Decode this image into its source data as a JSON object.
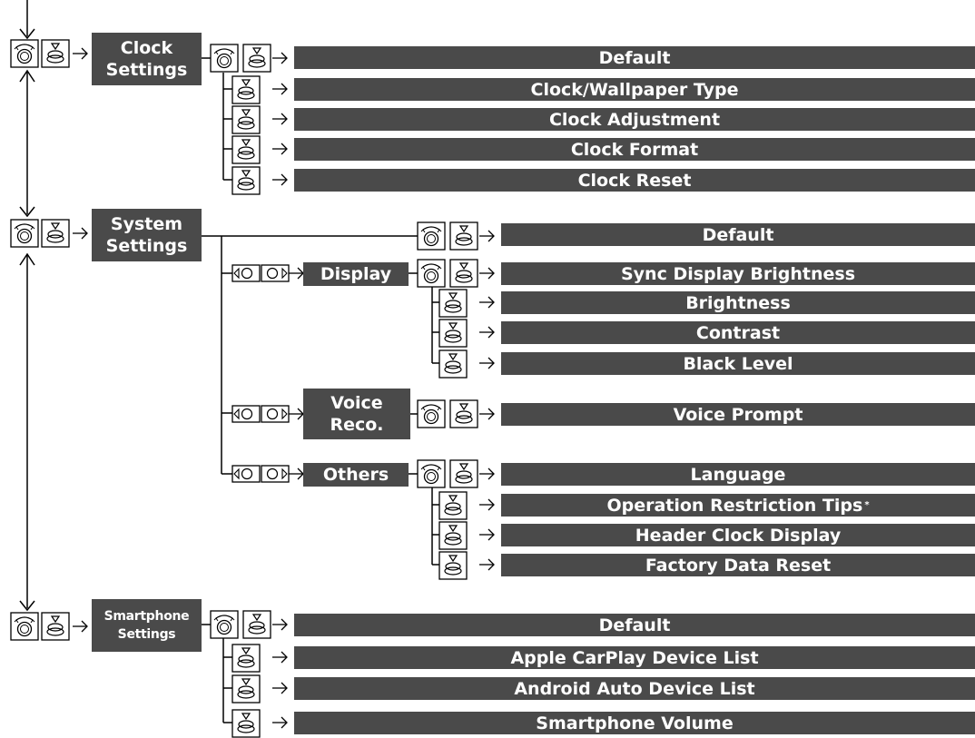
{
  "clock": {
    "title_line1": "Clock",
    "title_line2": "Settings",
    "items": [
      "Default",
      "Clock/Wallpaper Type",
      "Clock Adjustment",
      "Clock Format",
      "Clock Reset"
    ]
  },
  "system": {
    "title_line1": "System",
    "title_line2": "Settings",
    "default": "Default",
    "display": {
      "title": "Display",
      "items": [
        "Sync Display Brightness",
        "Brightness",
        "Contrast",
        "Black Level"
      ]
    },
    "voice": {
      "title_line1": "Voice",
      "title_line2": "Reco.",
      "items": [
        "Voice Prompt"
      ]
    },
    "others": {
      "title": "Others",
      "items": [
        "Language",
        "Operation Restriction Tips",
        "Header Clock Display",
        "Factory Data Reset"
      ],
      "asterisk": "*"
    }
  },
  "smartphone": {
    "title_line1": "Smartphone",
    "title_line2": "Settings",
    "items": [
      "Default",
      "Apple CarPlay Device List",
      "Android Auto Device List",
      "Smartphone Volume"
    ]
  },
  "icons": {
    "rotate": "interface-dial-rotate-icon",
    "press": "interface-dial-press-icon",
    "move": "interface-dial-move-left-right-icon"
  },
  "colors": {
    "bar": "#4a4a4a",
    "text": "#ffffff",
    "line": "#000000"
  }
}
